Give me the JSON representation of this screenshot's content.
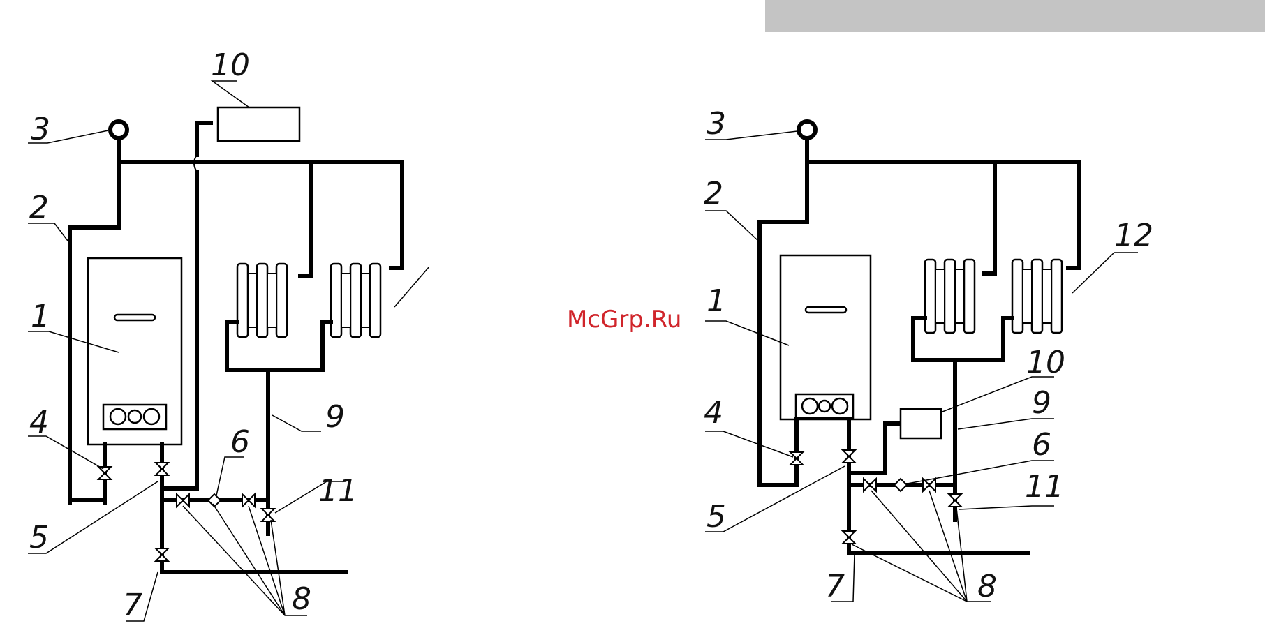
{
  "watermark": "McGrp.Ru",
  "left_labels": {
    "boiler": "1",
    "supply_pipe": "2",
    "expansion_tank": "3",
    "valve_4": "4",
    "valve_5": "5",
    "filter": "6",
    "valve_7": "7",
    "valves_8": "8",
    "return_pipe": "9",
    "device_10": "10",
    "drain_valve": "11"
  },
  "right_labels": {
    "boiler": "1",
    "supply_pipe": "2",
    "expansion_tank": "3",
    "valve_4": "4",
    "valve_5": "5",
    "filter": "6",
    "valve_7": "7",
    "valves_8": "8",
    "return_pipe": "9",
    "device_10": "10",
    "drain_valve": "11",
    "radiator": "12"
  },
  "colors": {
    "line": "#000000",
    "header_bar": "#c4c4c4",
    "watermark": "#d0252b"
  }
}
